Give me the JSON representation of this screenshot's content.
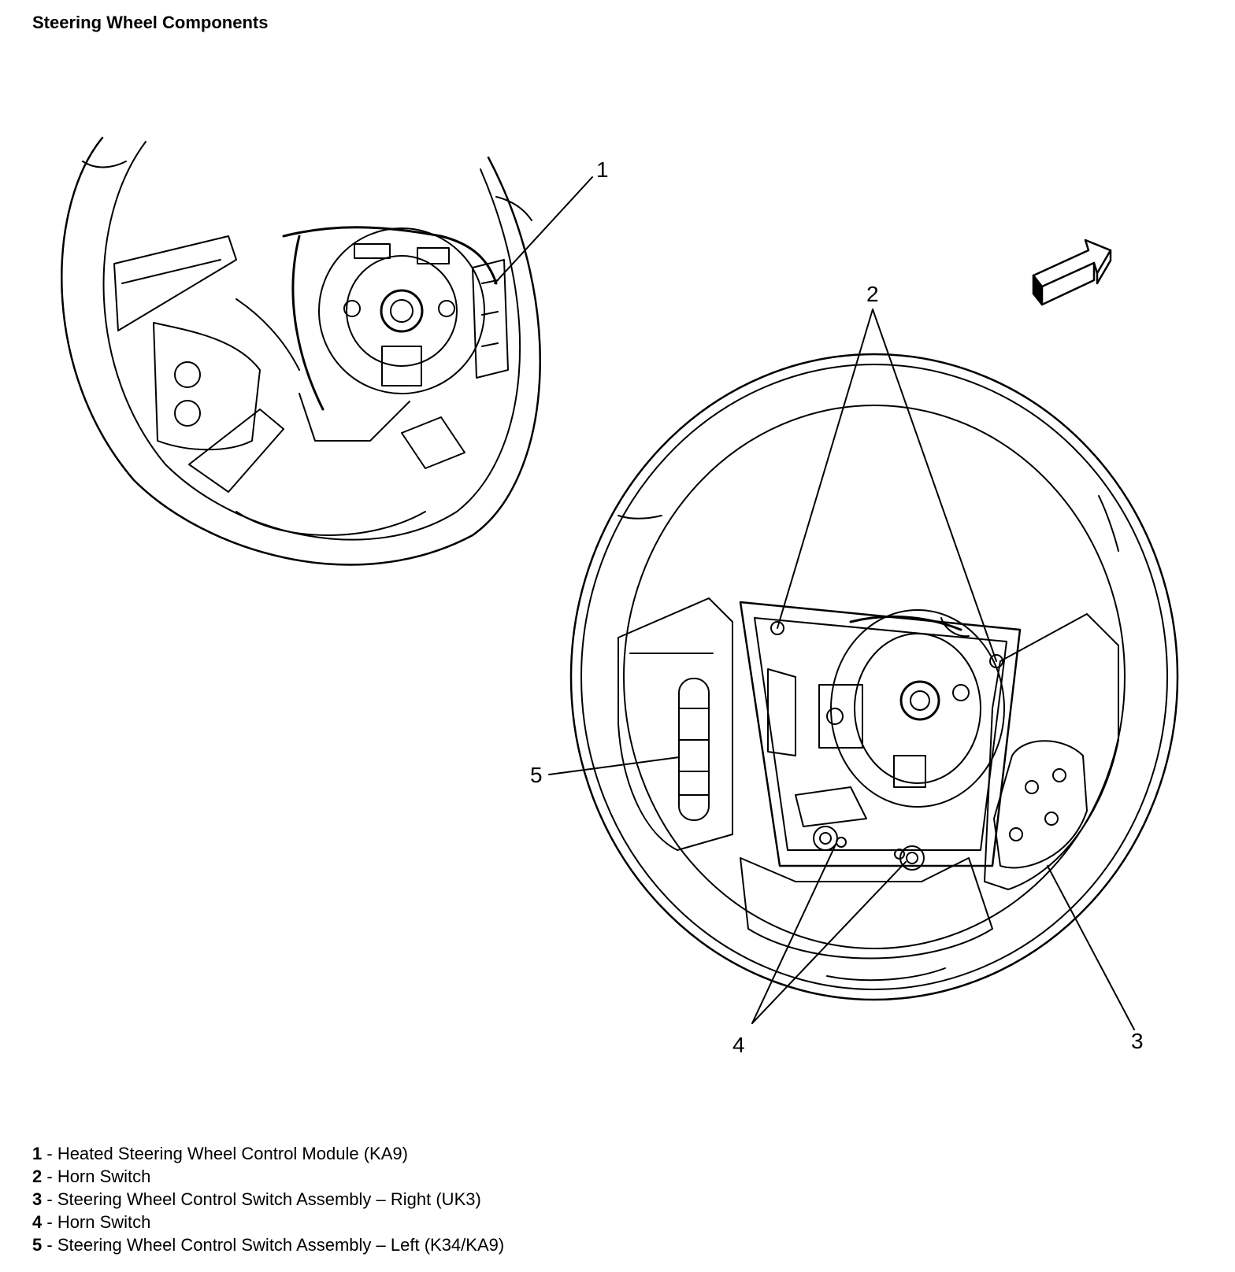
{
  "title": "Steering Wheel Components",
  "callouts": [
    "1",
    "2",
    "3",
    "4",
    "5"
  ],
  "legend": [
    {
      "num": "1",
      "sep": " - ",
      "text": "Heated Steering Wheel Control Module (KA9)"
    },
    {
      "num": "2",
      "sep": " - ",
      "text": "Horn Switch"
    },
    {
      "num": "3",
      "sep": " - ",
      "text": "Steering Wheel Control Switch Assembly – Right (UK3)"
    },
    {
      "num": "4",
      "sep": " - ",
      "text": "Horn Switch"
    },
    {
      "num": "5",
      "sep": " - ",
      "text": "Steering Wheel Control Switch Assembly – Left (K34/KA9)"
    }
  ],
  "icons": [
    "direction-arrow-icon"
  ]
}
